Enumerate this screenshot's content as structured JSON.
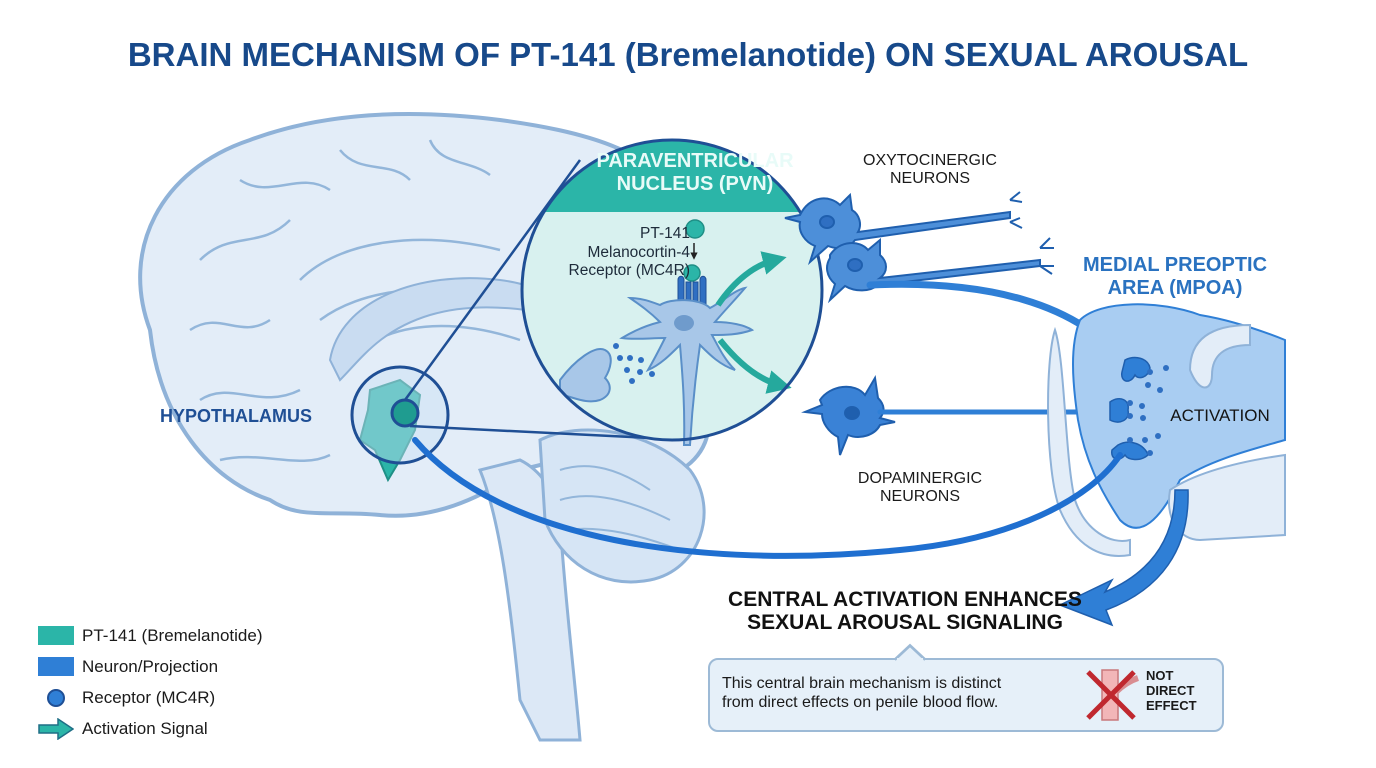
{
  "title": "BRAIN MECHANISM OF PT-141 (Bremelanotide) ON SEXUAL AROUSAL",
  "colors": {
    "title_blue": "#17498a",
    "teal": "#2bb5a8",
    "teal_dark": "#1f9c90",
    "neuron_blue": "#2f7fd6",
    "neuron_dark": "#1f5fae",
    "brain_fill": "#e3edf8",
    "brain_stroke": "#8fb2d8",
    "pvn_fill": "#d8f1ef",
    "mpoa_fill": "#a9cdf2",
    "red_cross": "#c0282f"
  },
  "regions": {
    "hypothalamus": "HYPOTHALAMUS",
    "pvn": {
      "line1": "PARAVENTRICULAR",
      "line2": "NUCLEUS (PVN)"
    },
    "pvn_labels": {
      "drug": "PT-141",
      "receptor_line1": "Melanocortin-4",
      "receptor_line2": "Receptor (MC4R)"
    },
    "oxytocinergic": {
      "line1": "OXYTOCINERGIC",
      "line2": "NEURONS"
    },
    "dopaminergic": {
      "line1": "DOPAMINERGIC",
      "line2": "NEURONS"
    },
    "mpoa": {
      "line1": "MEDIAL PREOPTIC",
      "line2": "AREA (MPOA)"
    },
    "activation": "ACTIVATION"
  },
  "outcome": {
    "line1": "CENTRAL ACTIVATION ENHANCES",
    "line2": "SEXUAL AROUSAL SIGNALING"
  },
  "note": {
    "line1": "This central brain mechanism is distinct",
    "line2": "from direct effects on penile blood flow.",
    "badge": {
      "line1": "NOT",
      "line2": "DIRECT",
      "line3": "EFFECT"
    },
    "icon": "crossed-vessel-icon"
  },
  "legend": [
    {
      "label": "PT-141 (Bremelanotide)",
      "icon": "teal-square",
      "color": "#2bb5a8"
    },
    {
      "label": "Neuron/Projection",
      "icon": "blue-square",
      "color": "#2f7fd6"
    },
    {
      "label": "Receptor (MC4R)",
      "icon": "blue-circle",
      "color": "#2f7fd6"
    },
    {
      "label": "Activation Signal",
      "icon": "teal-arrow",
      "color": "#2bb5a8"
    }
  ]
}
